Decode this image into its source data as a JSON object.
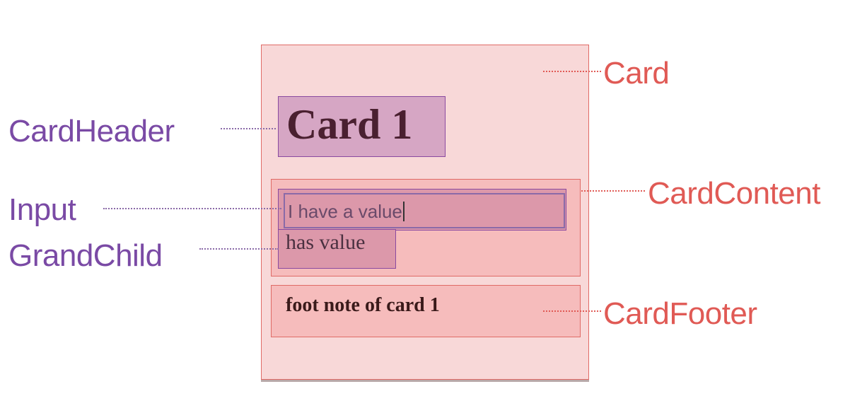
{
  "card": {
    "header_title": "Card 1",
    "input_value": "I have a value",
    "grandchild_text": "has value",
    "footer_text": "foot note of card 1"
  },
  "annotations": {
    "card": "Card",
    "card_header": "CardHeader",
    "card_content": "CardContent",
    "input": "Input",
    "grand_child": "GrandChild",
    "card_footer": "CardFooter"
  },
  "colors": {
    "purple_label": "#7a4aa5",
    "red_label": "#e05a55",
    "card_bg": "#f8d8d8",
    "header_bg": "#d6a6c4",
    "content_bg": "#f6bcbc",
    "input_bg": "#dc98aa"
  }
}
